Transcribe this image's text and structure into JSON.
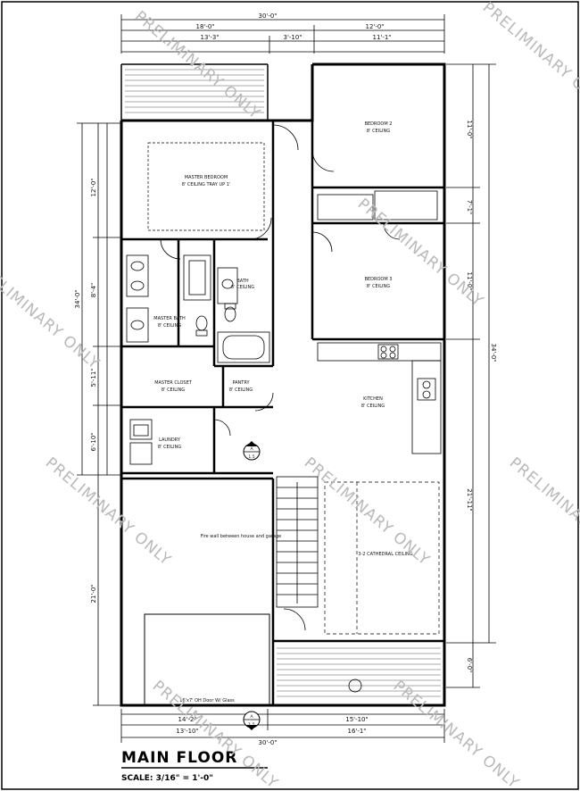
{
  "title": "MAIN FLOOR",
  "scale": "SCALE: 3/16\" = 1'-0\"",
  "watermark": "PRELIMINARY ONLY",
  "dimensions": {
    "top_overall": "30'-0\"",
    "top_left": "18'-0\"",
    "top_right": "12'-0\"",
    "top_sub_1": "13'-3\"",
    "top_sub_2": "3'-10\"",
    "top_sub_3": "11'-1\"",
    "left_overall": "34'-0\"",
    "right_overall": "34'-0\"",
    "left_seg_1": "12'-0\"",
    "left_seg_2": "8'-4\"",
    "left_seg_3": "5'-11\"",
    "left_seg_4": "6'-10\"",
    "right_seg_1": "11'-0\"",
    "right_seg_2": "7'-1\"",
    "right_seg_3": "11'-0\"",
    "right_seg_4": "21'-11\"",
    "right_seg_5": "6'-0\"",
    "left_garage": "21'-0\"",
    "bottom_1": "14'-2\"",
    "bottom_2": "15'-10\"",
    "bottom_3": "13'-10\"",
    "bottom_4": "16'-1\"",
    "bottom_overall": "30'-0\""
  },
  "rooms": {
    "master_bedroom": "MASTER BEDROOM",
    "master_bedroom_ceiling": "8' CEILING TRAY UP 1'",
    "bedroom_2": "BEDROOM 2",
    "bedroom_2_ceiling": "8' CEILING",
    "bedroom_3": "BEDROOM 3",
    "bedroom_3_ceiling": "8' CEILING",
    "bath": "BATH",
    "bath_ceiling": "8' CEILING",
    "master_bath": "MASTER BATH",
    "master_bath_ceiling": "8' CEILING",
    "master_closet": "MASTER CLOSET",
    "master_closet_ceiling": "8' CEILING",
    "pantry": "PANTRY",
    "pantry_ceiling": "8' CEILING",
    "kitchen": "KITCHEN",
    "kitchen_ceiling": "8' CEILING",
    "laundry": "LAUNDRY",
    "laundry_ceiling": "8' CEILING",
    "cathedral": "3-2 CATHEDRAL CEILING",
    "garage_note": "Fire wall between house and garage",
    "garage_door": "16'x7' OH Door W/ Glass"
  },
  "markers": {
    "section": "A",
    "section_sheet": "1.5"
  }
}
